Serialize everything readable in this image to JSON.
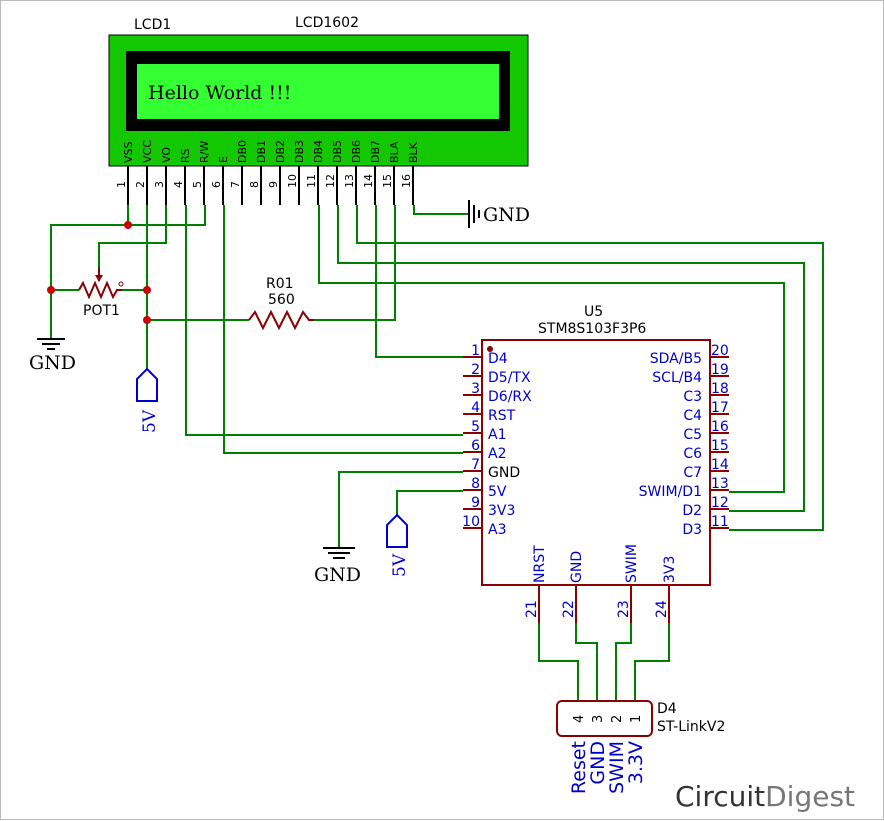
{
  "colors": {
    "wire": "#008000",
    "pin": "#8b0000",
    "ic_text": "#0000cc",
    "lcd_green": "#13c800",
    "lcd_screen": "#33ff33",
    "node": "#cc0000",
    "black": "#000000"
  },
  "lcd": {
    "ref": "LCD1",
    "part": "LCD1602",
    "display_text": "Hello World !!!",
    "pin_names": [
      "VSS",
      "VCC",
      "VO",
      "RS",
      "R/W",
      "E",
      "DB0",
      "DB1",
      "DB2",
      "DB3",
      "DB4",
      "DB5",
      "DB6",
      "DB7",
      "BLA",
      "BLK"
    ],
    "pin_numbers": [
      "1",
      "2",
      "3",
      "4",
      "5",
      "6",
      "7",
      "8",
      "9",
      "10",
      "11",
      "12",
      "13",
      "14",
      "15",
      "16"
    ]
  },
  "gnd_label": "GND",
  "v5_label": "5V",
  "pot": {
    "ref": "POT1"
  },
  "resistor": {
    "ref": "R01",
    "value": "560"
  },
  "mcu": {
    "ref": "U5",
    "part": "STM8S103F3P6",
    "left_pins": [
      {
        "num": "1",
        "name": "D4"
      },
      {
        "num": "2",
        "name": "D5/TX"
      },
      {
        "num": "3",
        "name": "D6/RX"
      },
      {
        "num": "4",
        "name": "RST"
      },
      {
        "num": "5",
        "name": "A1"
      },
      {
        "num": "6",
        "name": "A2"
      },
      {
        "num": "7",
        "name": "GND"
      },
      {
        "num": "8",
        "name": "5V"
      },
      {
        "num": "9",
        "name": "3V3"
      },
      {
        "num": "10",
        "name": "A3"
      }
    ],
    "right_pins": [
      {
        "num": "20",
        "name": "SDA/B5"
      },
      {
        "num": "19",
        "name": "SCL/B4"
      },
      {
        "num": "18",
        "name": "C3"
      },
      {
        "num": "17",
        "name": "C4"
      },
      {
        "num": "16",
        "name": "C5"
      },
      {
        "num": "15",
        "name": "C6"
      },
      {
        "num": "14",
        "name": "C7"
      },
      {
        "num": "13",
        "name": "SWIM/D1"
      },
      {
        "num": "12",
        "name": "D2"
      },
      {
        "num": "11",
        "name": "D3"
      }
    ],
    "bottom_pins": [
      {
        "num": "21",
        "name": "NRST"
      },
      {
        "num": "22",
        "name": "GND"
      },
      {
        "num": "23",
        "name": "SWIM"
      },
      {
        "num": "24",
        "name": "3V3"
      }
    ]
  },
  "stlink": {
    "ref": "D4",
    "part": "ST-LinkV2",
    "pin_numbers": [
      "4",
      "3",
      "2",
      "1"
    ],
    "pin_labels": [
      "Reset",
      "GND",
      "SWIM",
      "3.3V"
    ]
  },
  "brand": {
    "name_part1": "Circuit",
    "name_part2": "Digest"
  }
}
